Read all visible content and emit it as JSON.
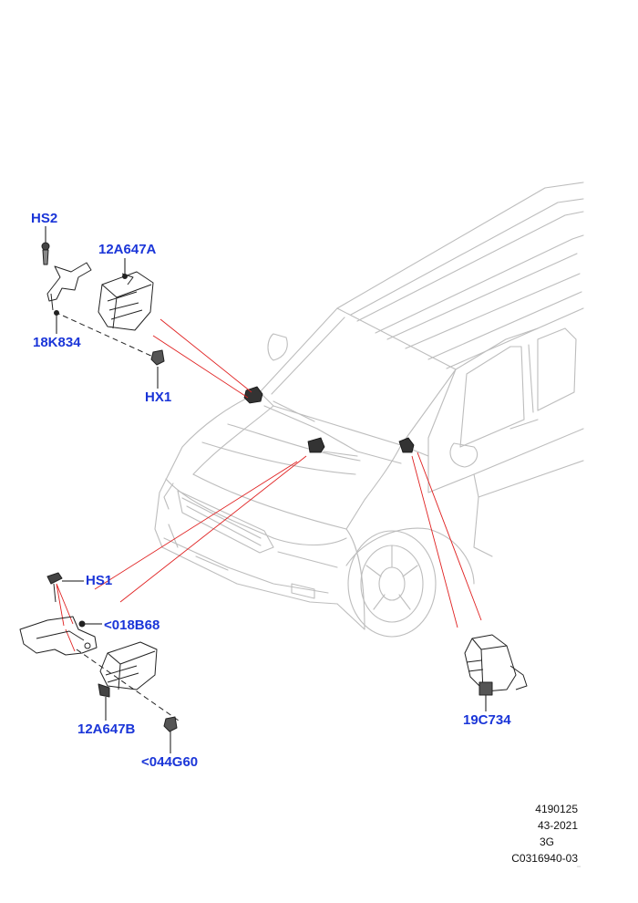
{
  "callouts": {
    "hs2": "HS2",
    "p12a647a": "12A647A",
    "p18k834": "18K834",
    "hx1": "HX1",
    "hs1": "HS1",
    "p018b68": "<018B68",
    "p12a647b": "12A647B",
    "p044g60": "<044G60",
    "p19c734": "19C734"
  },
  "footer": {
    "line1": "4190125",
    "line2": "43-2021",
    "line3": "3G",
    "line4": "C0316940-03"
  },
  "colors": {
    "callout_text": "#1a35d8",
    "leader_line": "#e02020",
    "outline": "#b8b8b8",
    "part_line": "#222222"
  }
}
